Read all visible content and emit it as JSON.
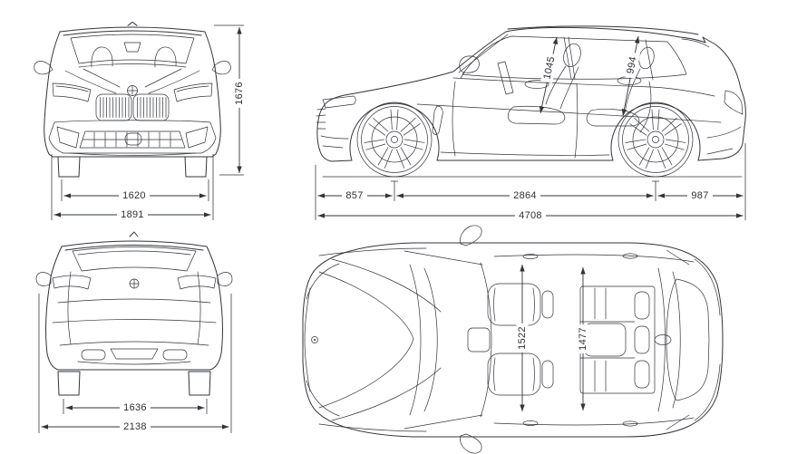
{
  "colors": {
    "background": "#ffffff",
    "line": "#33343b",
    "label": "#2e2f36"
  },
  "views": {
    "front": {
      "dims": {
        "overall_height": "1676",
        "track_front": "1620",
        "overall_width": "1891"
      }
    },
    "side": {
      "dims": {
        "headroom_front": "1045",
        "headroom_rear": "994",
        "overhang_front": "857",
        "wheelbase": "2864",
        "overhang_rear": "987",
        "overall_length": "4708"
      }
    },
    "rear": {
      "dims": {
        "track_rear": "1636",
        "width_incl_mirrors": "2138"
      }
    },
    "top": {
      "dims": {
        "interior_width_front": "1522",
        "interior_width_rear": "1477"
      }
    }
  }
}
